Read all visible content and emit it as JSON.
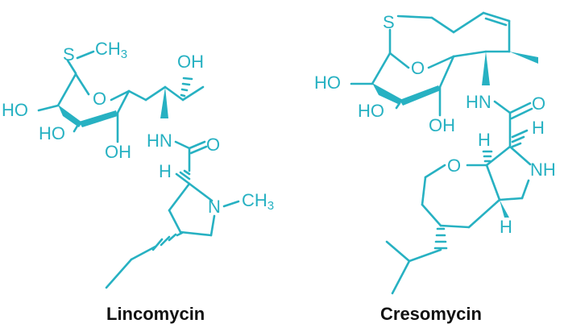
{
  "molecules": [
    {
      "name": "Lincomycin",
      "atom_labels": {
        "s_ch3": "S–CH3",
        "s": "S",
        "ch3_top": "CH",
        "ch3_top_sub": "3",
        "ring_o": "O",
        "ho1": "HO",
        "ho2": "HO",
        "oh_bottom": "OH",
        "oh_top": "OH",
        "hn": "HN",
        "carbonyl_o": "O",
        "h": "H",
        "n": "N",
        "n_methyl": "CH",
        "n_methyl_sub": "3"
      }
    },
    {
      "name": "Cresomycin",
      "atom_labels": {
        "s": "S",
        "ring_o": "O",
        "ho1": "HO",
        "ho2": "HO",
        "oh": "OH",
        "hn": "HN",
        "carbonyl_o": "O",
        "h_left": "H",
        "h_right": "H",
        "ether_o": "O",
        "nh": "NH",
        "h_bottom": "H"
      }
    }
  ],
  "colors": {
    "structure": "#27b1c2",
    "caption": "#111111"
  }
}
